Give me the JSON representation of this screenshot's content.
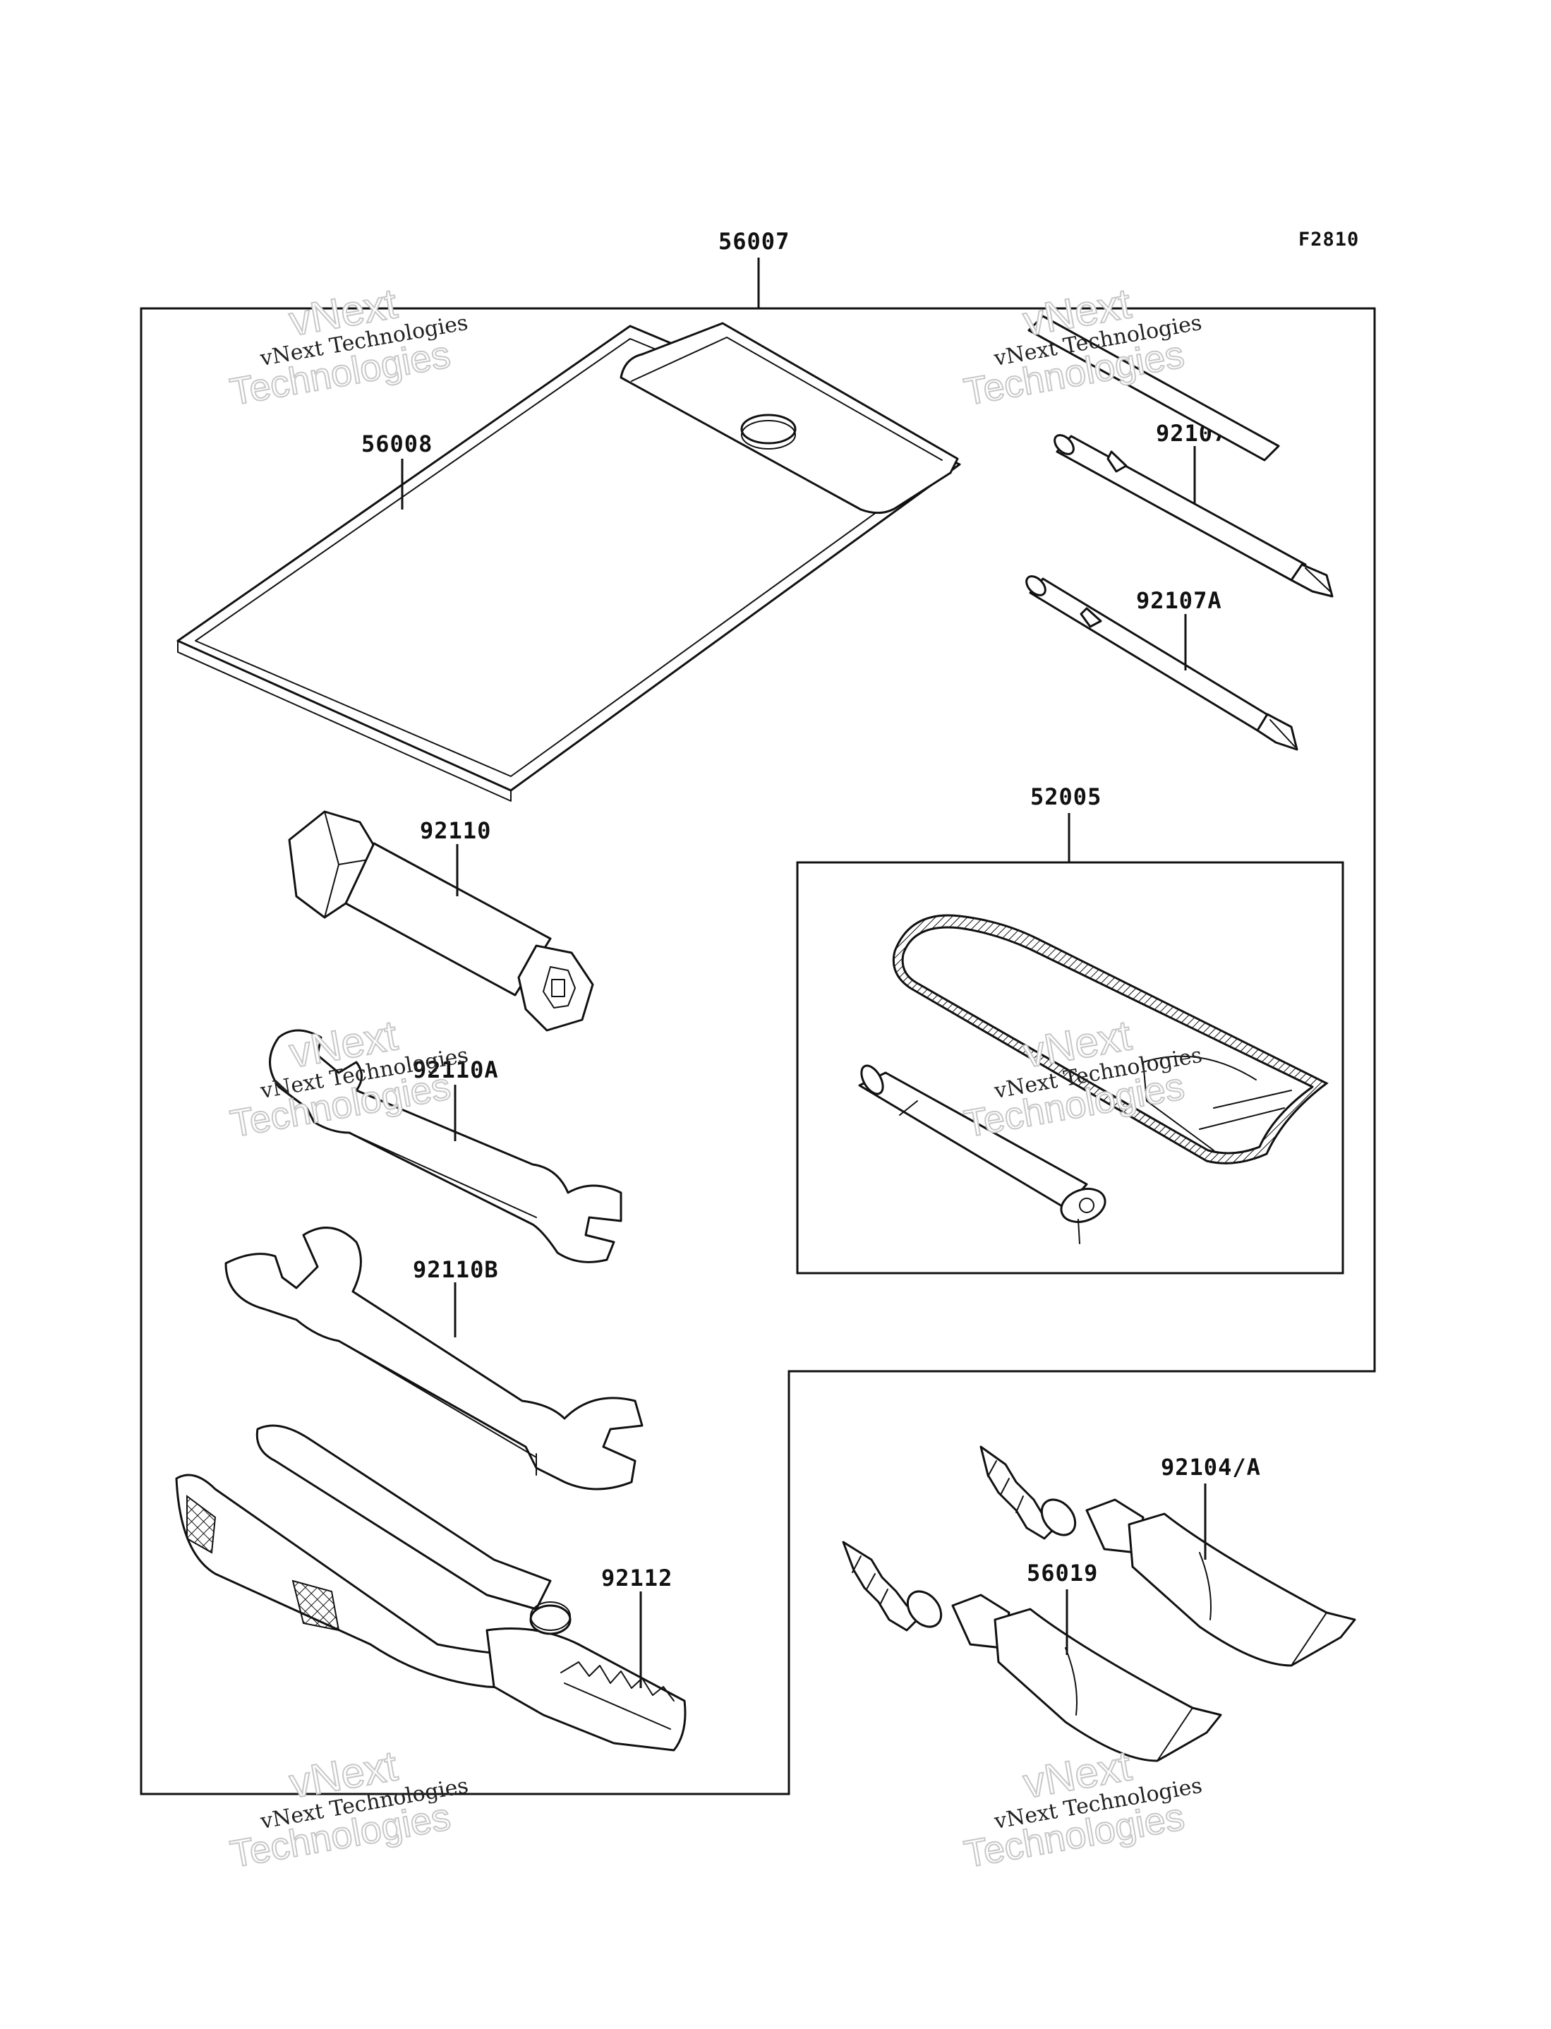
{
  "figure_code": "F2810",
  "callouts": {
    "kit": "56007",
    "bag": "56008",
    "driver_a": "92107",
    "driver_b": "92107A",
    "plug_wrench": "92110",
    "wrench_small": "92110A",
    "wrench_large": "92110B",
    "pliers": "92112",
    "pump_kit": "52005",
    "sealant_a": "92104/A",
    "sealant_b": "56019"
  },
  "watermark": {
    "line1": "vNext Technologies",
    "line2": "vNext",
    "line3": "Technologies"
  }
}
